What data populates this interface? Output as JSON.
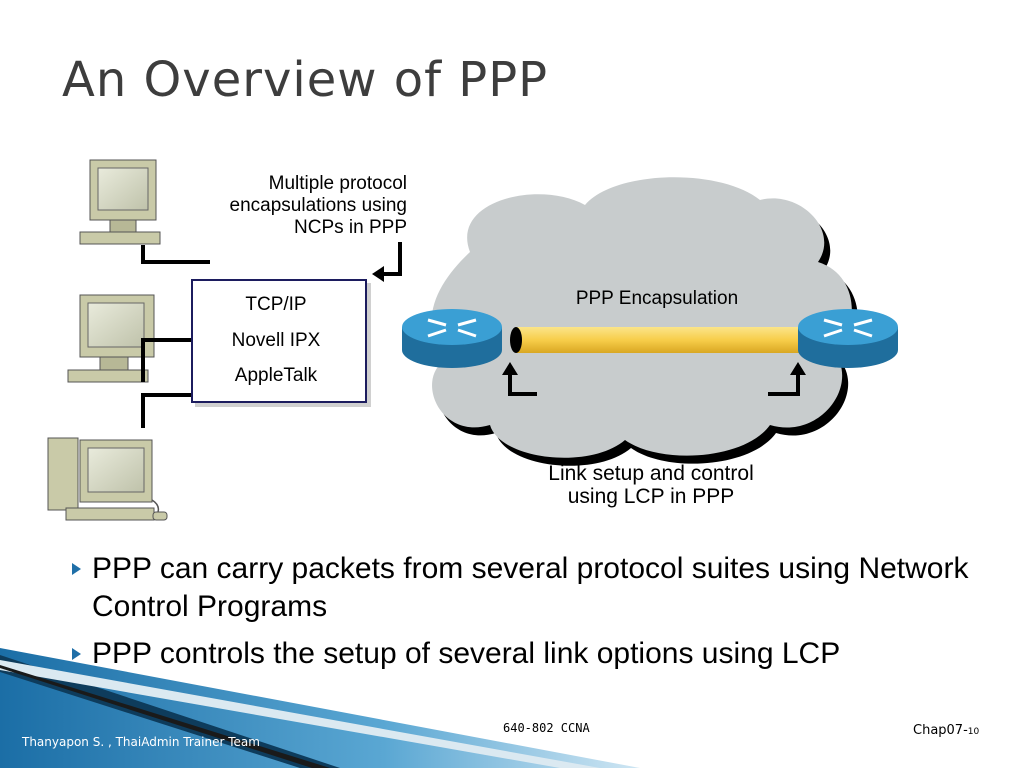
{
  "slide": {
    "title": "An Overview of PPP"
  },
  "diagram": {
    "ncp_label": [
      "Multiple protocol",
      "encapsulations using",
      "NCPs in PPP"
    ],
    "protocols": [
      "TCP/IP",
      "Novell IPX",
      "AppleTalk"
    ],
    "encapsulation_label": "PPP Encapsulation",
    "lcp_label": [
      "Link setup and control",
      "using LCP in PPP"
    ]
  },
  "bullets": [
    "PPP can carry packets from several protocol suites using Network Control Programs",
    "PPP controls the setup of several link options using LCP"
  ],
  "footer": {
    "author": "Thanyapon S. , ThaiAdmin Trainer Team",
    "course": "640-802 CCNA",
    "chapter": "Chap07-",
    "page": "10"
  },
  "colors": {
    "accent": "#1f6fa8",
    "cloud": "#c8cccd",
    "router": "#2a86b8",
    "link": "#f7cd4a"
  }
}
